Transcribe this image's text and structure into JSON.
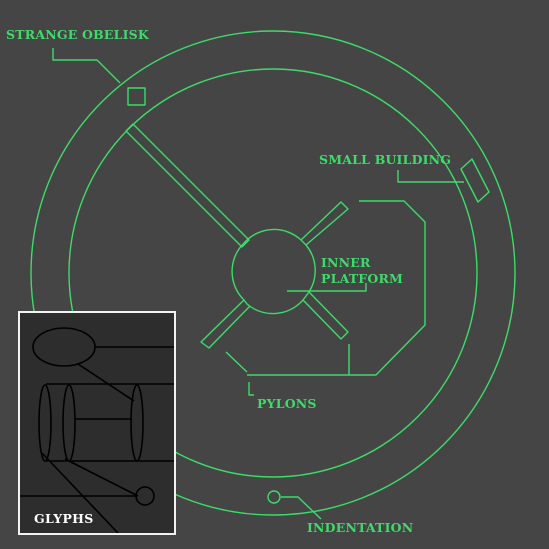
{
  "labels": {
    "strange_obelisk": "STRANGE OBELISK",
    "small_building": "SMALL BUILDING",
    "inner_platform_line1": "INNER",
    "inner_platform_line2": "PLATFORM",
    "pylons": "PYLONS",
    "indentation": "INDENTATION",
    "glyphs": "GLYPHS"
  },
  "colors": {
    "background": "#454545",
    "line": "#3ddc6a",
    "label": "#3ddc6a",
    "inset_background": "#2d2d2d",
    "inset_border": "#f2f2f2",
    "glyph_line": "#000000",
    "glyph_label": "#ffffff"
  }
}
